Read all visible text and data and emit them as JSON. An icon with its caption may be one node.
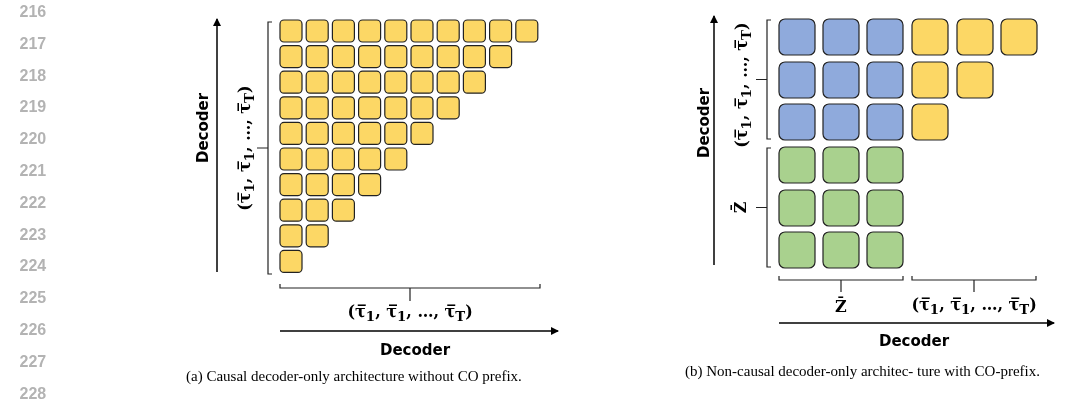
{
  "diagram": {
    "labels": [
      "216",
      "217",
      "218",
      "219",
      "220",
      "221",
      "222",
      "223",
      "224",
      "225",
      "226",
      "227",
      "228",
      "Decoder",
      "(τ̅$_{1}$, τ̅$_{1}$, …, τ̅$_{T}$)",
      "(τ̅$_{1}$, τ̅$_{1}$, …, τ̅$_{T}$)",
      "Decoder",
      "(a) Causal decoder-only architecture without CO prefix.",
      "Decoder",
      "(τ̅$_{1}$, τ̅$_{1}$, …, τ̅$_{T}$)",
      "Z̄",
      "Z̄",
      "(τ̅$_{1}$, τ̅$_{1}$, …, τ̅$_{T}$)",
      "Decoder",
      "(b) Non-causal decoder-only architec- ture with CO-prefix."
    ]
  }
}
